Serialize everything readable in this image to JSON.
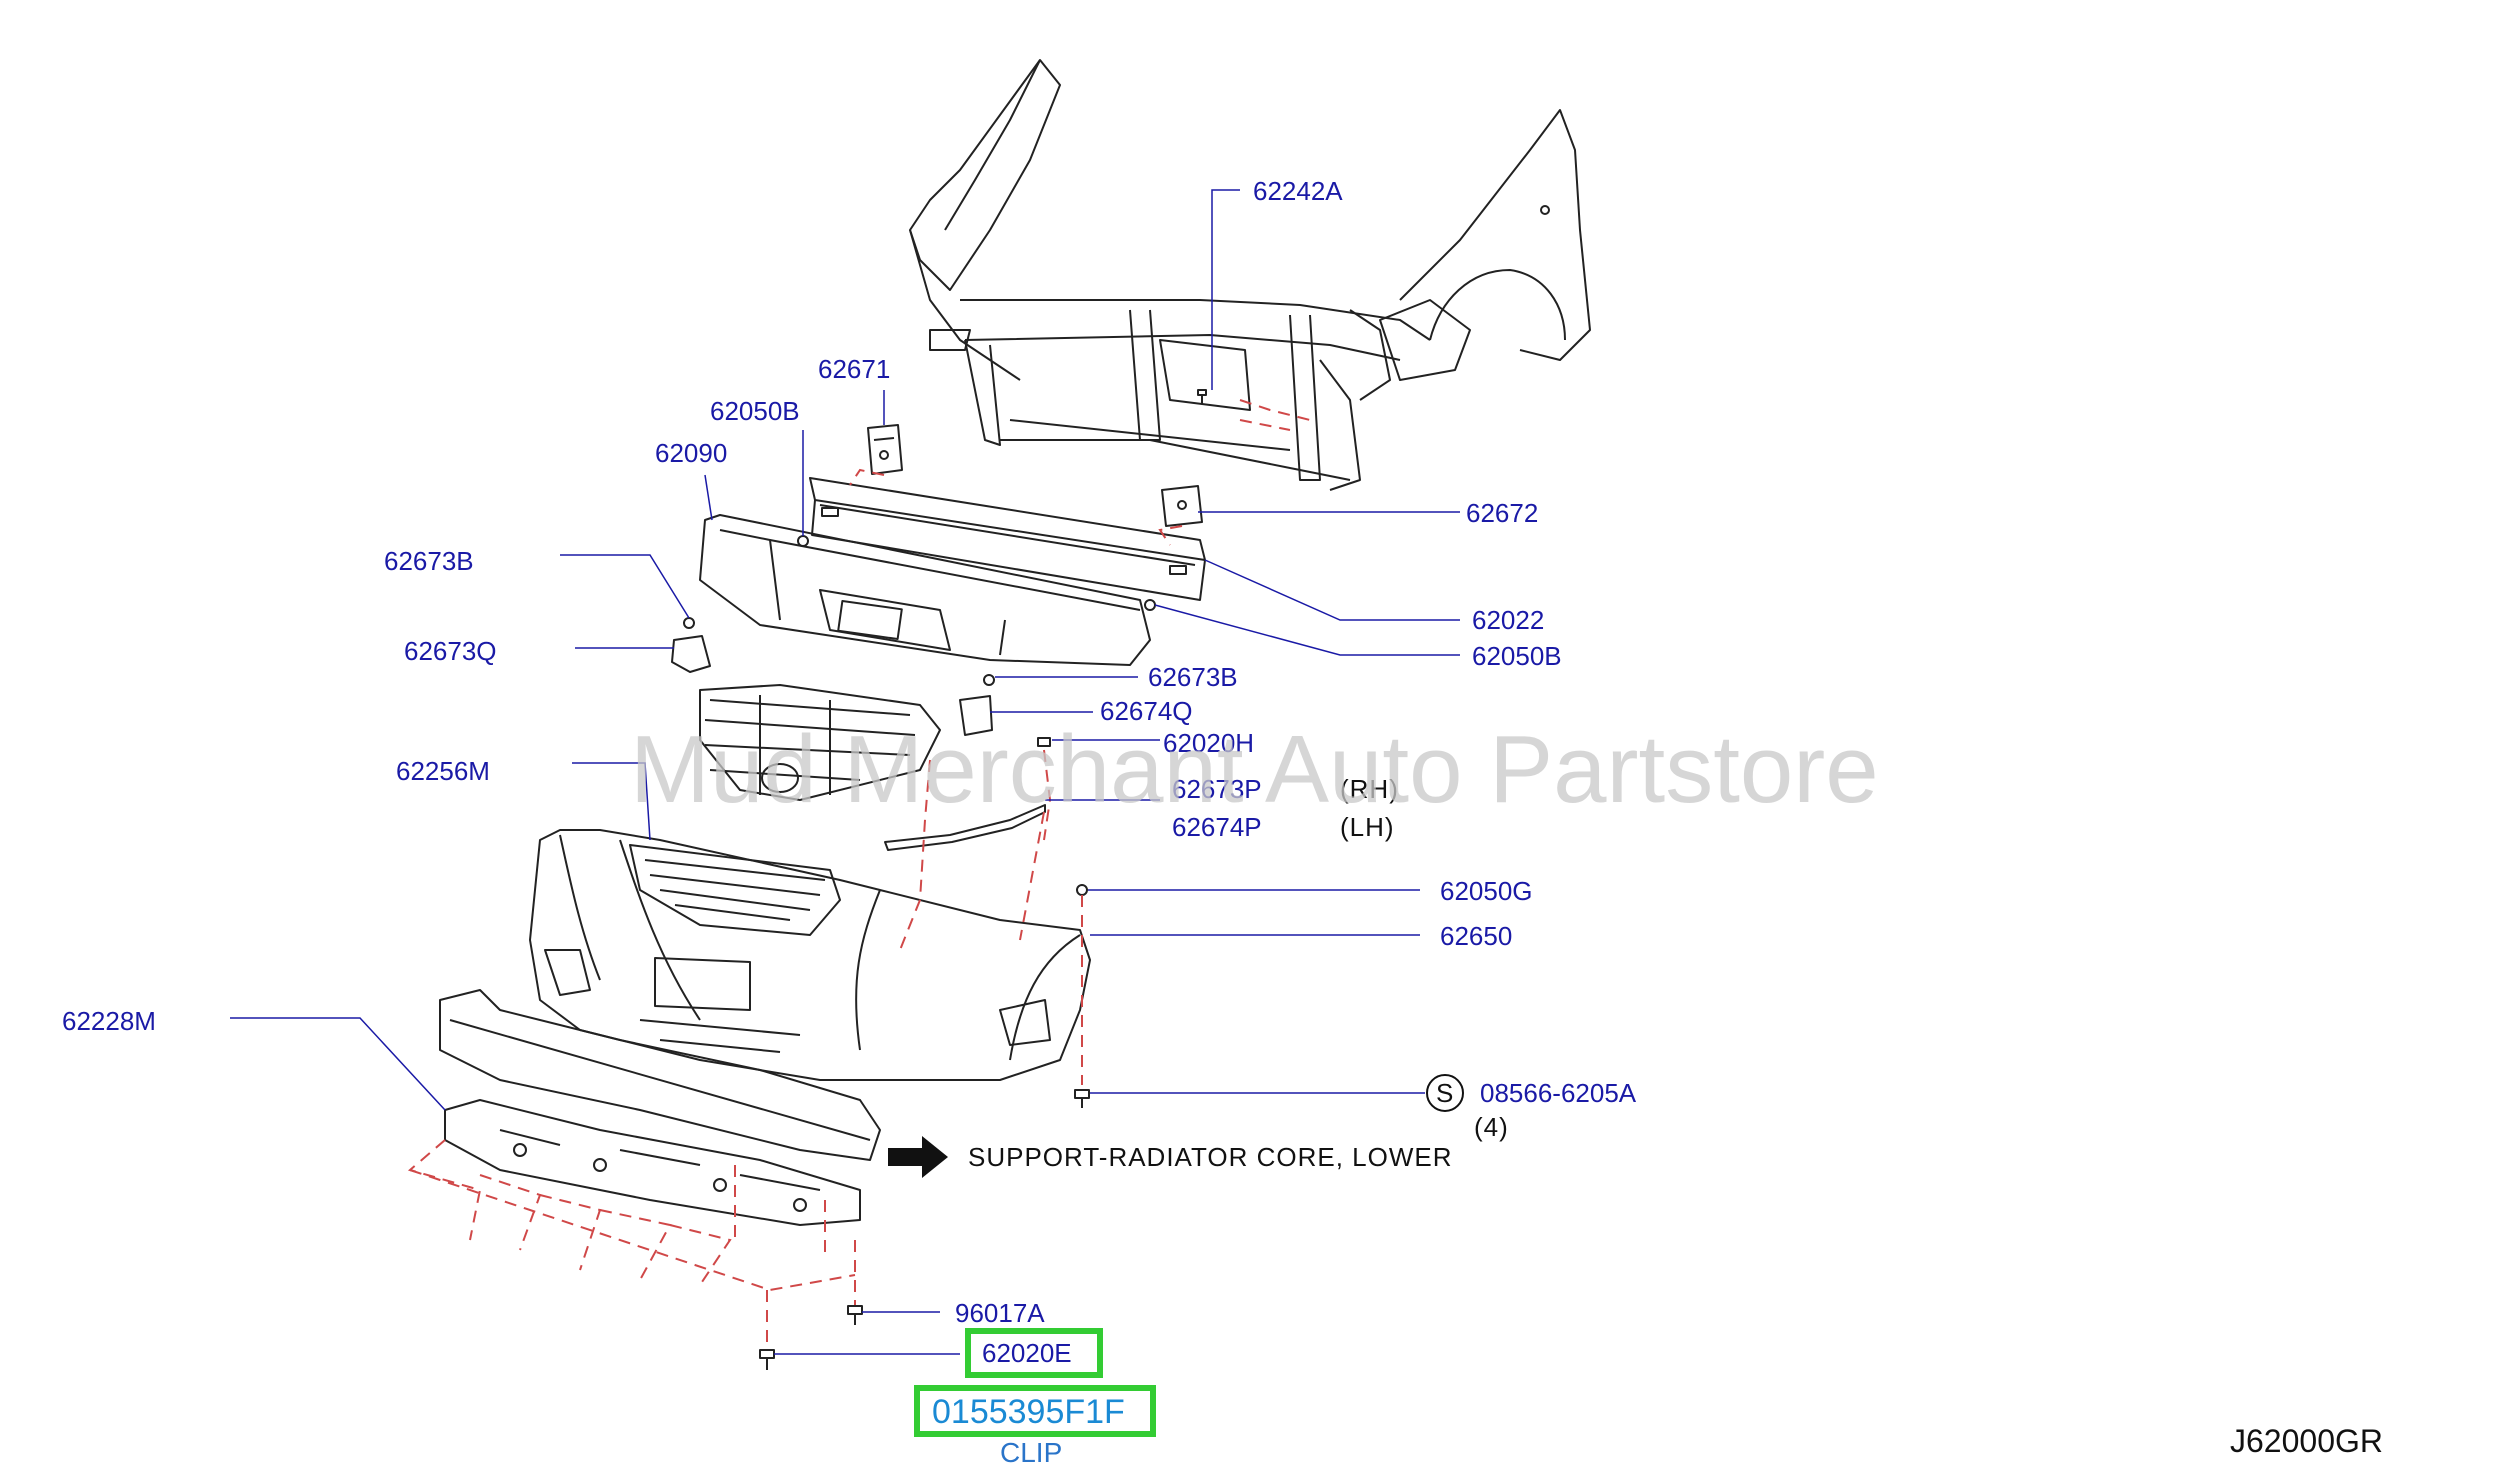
{
  "diagram_code": "J62000GR",
  "watermark": "Mud Merchant Auto Partstore",
  "parts": {
    "p62242A": "62242A",
    "p62671": "62671",
    "p62050B_top": "62050B",
    "p62090": "62090",
    "p62672": "62672",
    "p62673B_left": "62673B",
    "p62022": "62022",
    "p62050B_right": "62050B",
    "p62673Q": "62673Q",
    "p62673B_right": "62673B",
    "p62674Q": "62674Q",
    "p62020H": "62020H",
    "p62256M": "62256M",
    "p62673P": "62673P",
    "p62674P": "62674P",
    "p62050G": "62050G",
    "p62650": "62650",
    "p62228M": "62228M",
    "p08566": "08566-6205A",
    "p96017A": "96017A",
    "p62020E": "62020E",
    "p0155395F1F": "0155395F1F"
  },
  "suffix": {
    "rh": "(RH)",
    "lh": "(LH)",
    "qty4": "(4)",
    "s_symbol": "S"
  },
  "reference_text": "SUPPORT-RADIATOR  CORE,  LOWER",
  "clip_label": "CLIP",
  "colors": {
    "label": "#1a1aa6",
    "highlight": "#33cc33",
    "dash": "#d04848",
    "clip": "#2a74c9"
  }
}
